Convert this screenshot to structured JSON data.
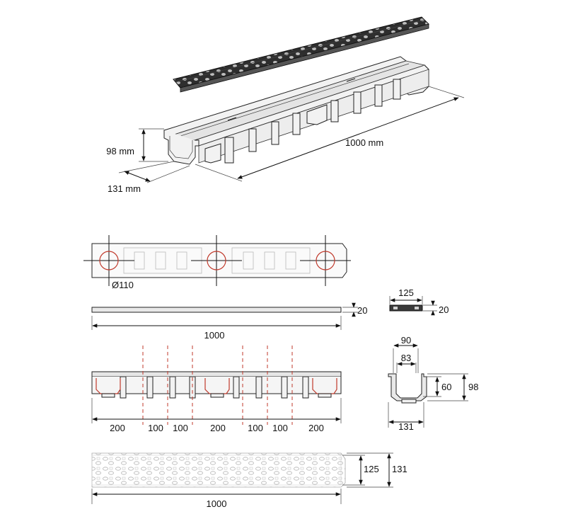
{
  "iso_view": {
    "height_label": "98 mm",
    "width_label": "131 mm",
    "length_label": "1000 mm"
  },
  "top_view": {
    "hole_label": "Ø110"
  },
  "grate_side": {
    "thickness_label": "20",
    "length_label": "1000"
  },
  "grate_end": {
    "width_label": "125",
    "thickness_label": "20"
  },
  "channel_side": {
    "spacing_labels": [
      "200",
      "100",
      "100",
      "200",
      "100",
      "100",
      "200"
    ]
  },
  "channel_section": {
    "top_width_label": "90",
    "inner_width_label": "83",
    "inner_depth_label": "60",
    "total_height_label": "98",
    "base_width_label": "131"
  },
  "grate_plan": {
    "inner_width_label": "125",
    "outer_width_label": "131",
    "length_label": "1000"
  },
  "colors": {
    "line": "#111111",
    "accent": "#c0392b",
    "part_fill": "#f2f2f2"
  }
}
